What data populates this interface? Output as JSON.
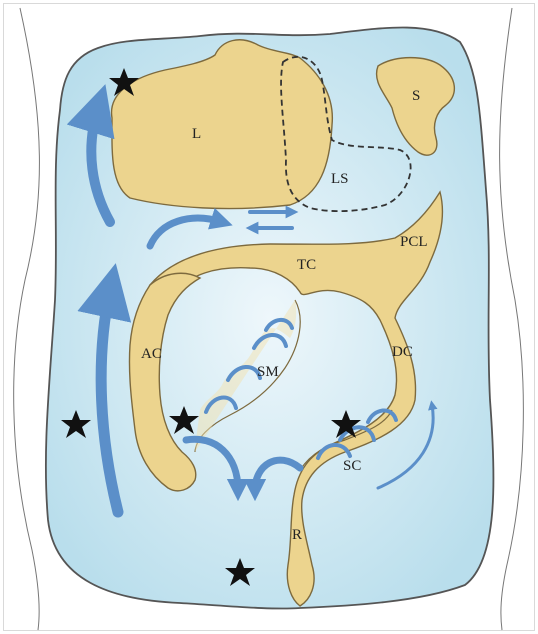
{
  "labels": {
    "liver": "L",
    "spleen": "S",
    "lesser_sac": "LS",
    "transverse_colon": "TC",
    "phrenicocolic_ligament": "PCL",
    "ascending_colon": "AC",
    "descending_colon": "DC",
    "small_bowel_mesentery": "SM",
    "sigmoid_colon": "SC",
    "rectum": "R"
  },
  "colors": {
    "peritoneal_fluid": "#cfe8f1",
    "organ": "#ecd48e",
    "organ_outline": "#7d6a3e",
    "flow_arrow": "#5b8fc9",
    "star": "#111111"
  }
}
